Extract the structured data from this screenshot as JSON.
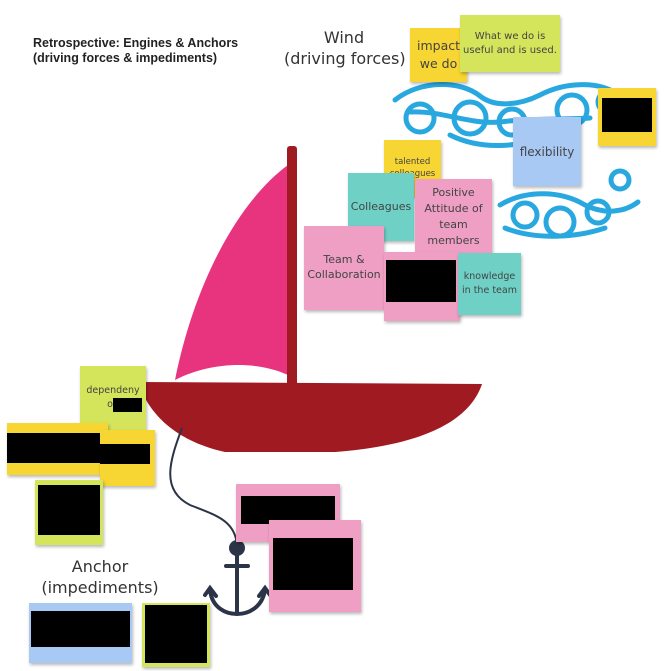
{
  "board": {
    "title_line1": "Retrospective: Engines & Anchors",
    "title_line2": "(driving forces & impediments)"
  },
  "sections": {
    "wind_line1": "Wind",
    "wind_line2": "(driving forces)",
    "anchor_line1": "Anchor",
    "anchor_line2": "(impediments)"
  },
  "colors": {
    "sail": "#e8347f",
    "hull": "#a01a22",
    "mast": "#a01a22",
    "wind_swirl": "#29a8e0",
    "anchor": "#2c3447",
    "note_yellow": "#f7d532",
    "note_green": "#d4e45b",
    "note_teal": "#6fd0c6",
    "note_pink": "#ef9ec4",
    "note_blue": "#a9c9f5"
  },
  "notes": {
    "impact": "impact we do",
    "useful": "What we do is useful and is used.",
    "flexibility": "flexibility",
    "talented": "talented colleagues",
    "colleagues": "Colleagues",
    "positive": "Positive Attitude of team members",
    "team_collab": "Team & Collaboration",
    "knowledge": "knowledge in the team",
    "dependency": "dependeny on"
  }
}
